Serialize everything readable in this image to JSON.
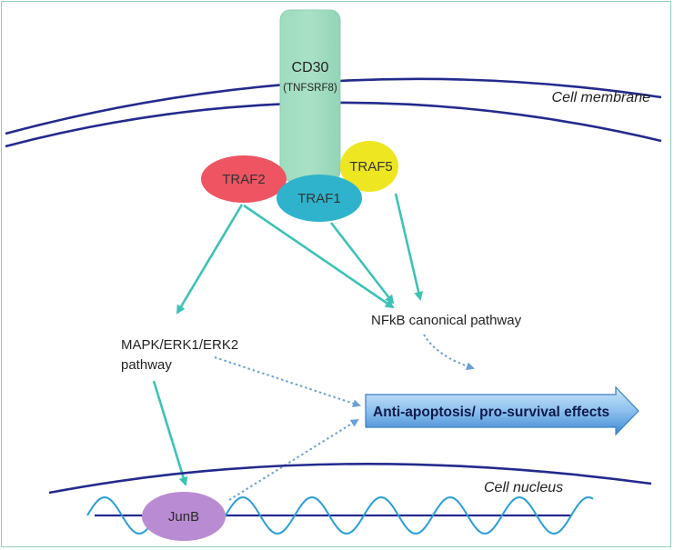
{
  "receptor": {
    "name": "CD30",
    "alias": "(TNFSRF8)"
  },
  "membrane": {
    "label": "Cell membrane"
  },
  "nucleus": {
    "label": "Cell nucleus"
  },
  "adaptors": {
    "traf2": "TRAF2",
    "traf1": "TRAF1",
    "traf5": "TRAF5"
  },
  "pathways": {
    "mapk_line1": "MAPK/ERK1/ERK2",
    "mapk_line2": "pathway",
    "nfkb": "NFkB canonical pathway"
  },
  "effect": {
    "label": "Anti-apoptosis/ pro-survival effects"
  },
  "target": {
    "junb": "JunB"
  },
  "colors": {
    "receptor": "#9fdcbf",
    "traf2": "#ee5462",
    "traf1": "#2fb3cc",
    "traf5": "#eee620",
    "junb": "#b98bd2",
    "arrow": "#3cc2b6",
    "dotted_arrow": "#6b9fd6",
    "membrane": "#232a8c",
    "effect_arrow": "#5aa2e0"
  }
}
